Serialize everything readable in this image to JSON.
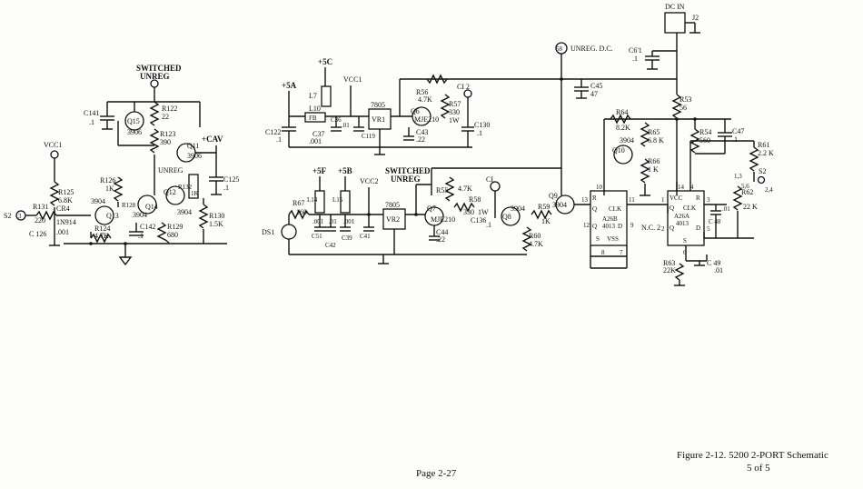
{
  "caption": {
    "title": "Figure 2-12.  5200 2-PORT Schematic",
    "subtitle": "5 of 5"
  },
  "footer": {
    "page": "Page 2-27"
  },
  "labels": {
    "switched_unreg": "SWITCHED",
    "unreg": "UNREG",
    "vcc1": "VCC1",
    "c141": "C141",
    "c141_val": ".1",
    "q15": "Q15",
    "q15_type": "3906",
    "r122": "R122",
    "r122_val": "22",
    "r123": "R123",
    "r123_val": "390",
    "q11": "Q11",
    "q11_type": "3906",
    "cav": "+CAV",
    "unreg2": "UNREG",
    "c125": "C125",
    "c125_val": ".1",
    "r126": "R126",
    "r126_val": "1K",
    "r125": "R125",
    "r125_val": "6.8K",
    "r131": "R131",
    "r131_val": "220",
    "cr4": "CR4",
    "cr4_type": "1N914",
    "c126": "C 126",
    "c126_val": ".001",
    "s2": "S2",
    "s2_pin": "3",
    "q13": "Q13",
    "q13_type": "3904",
    "q14": "Q14",
    "q14_type": "3904",
    "r124": "R124",
    "r124_val": "4.7K",
    "c142": "C142",
    "c142_val": ".1",
    "r129": "R129",
    "r129_val": "680",
    "q12": "Q12",
    "q12_type": "3904",
    "r132": "R132",
    "r132_val": "1K",
    "r130": "R130",
    "r130_val": "1.5K",
    "r128": "R128",
    "plus5c": "+5C",
    "plus5a": "+5A",
    "l7": "L7",
    "vcc1b": "VCC1",
    "l10": "L10",
    "fb": "FB",
    "c122": "C122",
    "c122_val": ".1",
    "c36": "C36",
    "c36_val": ".01",
    "c37": "C37",
    "c37_val": ".001",
    "c119": "C119",
    "v7805a": "7805",
    "vr1": "VR1",
    "r56": "R56",
    "r56_val": "4.7K",
    "q6": "Q6",
    "mje210": "MJE210",
    "r57": "R57",
    "r57_val": "330",
    "r57_w": "1W",
    "c43": "C43",
    "c43_val": ".22",
    "c130": "C130",
    "c130_val": ".1",
    "ci2": "CI 2",
    "c45": "C45",
    "c45_val": "47",
    "plus5f": "+5F",
    "plus5b": "+5B",
    "switched2": "SWITCHED",
    "unreg3": "UNREG",
    "vcc2": "VCC2",
    "l14": "L14",
    "l15": "L15",
    "r67": "R67",
    "r67_val": "160",
    "ds1": "DS1",
    "c51": "C51",
    "c51_val": ".001",
    "c42": "C42",
    "c42_val": ".01",
    "c39": "C39",
    "c39_val": ".001",
    "c41": "C41",
    "v7805b": "7805",
    "vr2": "VR2",
    "q7": "Q7",
    "mje210b": "MJE210",
    "r55": "R55",
    "r55_val": "4.7K",
    "c44": "C44",
    "c44_val": ".22",
    "r58": "R58",
    "r58_val": "330",
    "r58_w": "1W",
    "ci1": "CI",
    "c136": "C136",
    "c136_val": ".1",
    "q8": "Q8",
    "q8_type": "3904",
    "r60": "R60",
    "r60_val": "4.7K",
    "r59": "R59",
    "r59_val": "1K",
    "q9": "Q9",
    "q9_type": "3904",
    "unreg_dc": "UNREG. D.C.",
    "unreg_dc_pin": "58",
    "dcin": "DC IN",
    "j2": "J2",
    "c61": "C6'1",
    "c61_val": ".1",
    "r53": "R53",
    "r53_val": "56",
    "r64": "R64",
    "r64_val": "8.2K",
    "r65": "R65",
    "r65_val": "6.8 K",
    "q10": "Q10",
    "q10_type": "3904",
    "r66": "R66",
    "r66_val": "1 K",
    "r54": "R54",
    "r54_val": "560",
    "c47": "C47",
    "c47_val": ".1",
    "r61": "R61",
    "r61_val": "2.2 K",
    "u_b": "A26B",
    "u_b_type": "4013",
    "u_a": "A26A",
    "u_a_type": "4013",
    "nc": "N.C. 2",
    "pins_13": "1,3",
    "pins_56": "5,6",
    "pins_24": "2,4",
    "s2b": "S2",
    "c48": "C 48",
    "c48_val": ".01",
    "r62": "R62",
    "r62_val": "22 K",
    "r63": "R63",
    "r63_val": "22K",
    "c49": "C 49",
    "c49_val": ".01",
    "pin13": "13",
    "pin11": "11",
    "pin10": "10",
    "pin12": "12",
    "pin9": "9",
    "pin8": "8",
    "pin7": "7",
    "pin14": "14",
    "pin1": "1",
    "pin3": "3",
    "pin4": "4",
    "pin2": "2",
    "pin5": "5",
    "pin6": "6",
    "ff_r": "R",
    "ff_q": "Q",
    "ff_clk": "CLK",
    "ff_qb": "Q",
    "ff_d": "D",
    "ff_s": "S",
    "ff_vss": "VSS",
    "ff_vcc": "VCC",
    "ff_r2": "R",
    "ff_q2": "Q",
    "ff_clk2": "CLK",
    "ff_qb2": "Q",
    "ff_d2": "D",
    "ff_s2": "S"
  }
}
